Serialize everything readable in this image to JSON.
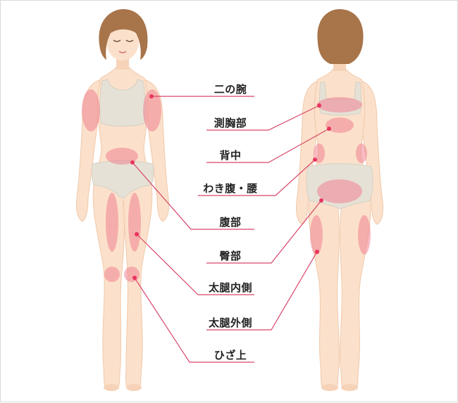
{
  "labels": {
    "upper_arm": "二の腕",
    "side_chest": "測胸部",
    "back": "背中",
    "flank_waist": "わき腹・腰",
    "abdomen": "腹部",
    "buttocks": "臀部",
    "inner_thigh": "太腿内側",
    "outer_thigh": "太腿外側",
    "knee": "ひざ上"
  },
  "colors": {
    "skin": "#fbe1cb",
    "skin_shadow": "#f3cdb0",
    "hair": "#a8744a",
    "underwear": "#e6e1d6",
    "highlight": "#f07a8c",
    "leader_line": "#d9456a",
    "dot": "#e8355e"
  }
}
